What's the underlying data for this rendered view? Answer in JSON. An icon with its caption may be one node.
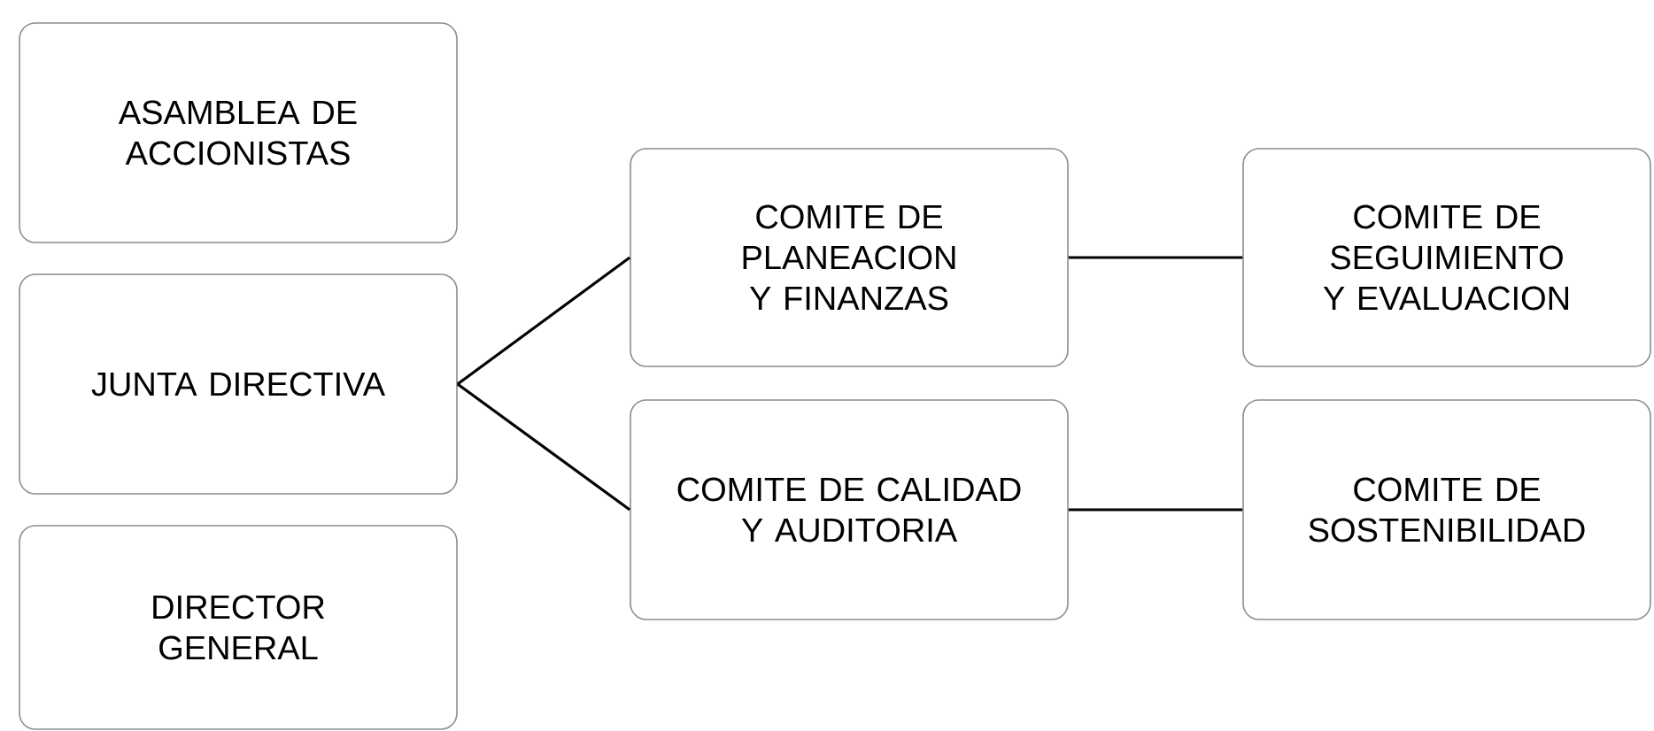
{
  "diagram": {
    "nodes": [
      {
        "text": [
          "ASAMBLEA DE ACCIONISTAS"
        ]
      },
      {
        "text": [
          "JUNTA DIRECTIVA"
        ]
      },
      {
        "text": [
          "DIRECTOR GENERAL"
        ]
      },
      {
        "text": [
          "COMITE DE PLANEACION Y FINANZAS"
        ]
      },
      {
        "text": [
          "COMITE DE CALIDAD Y AUDITORIA"
        ]
      },
      {
        "text": [
          "COMITE DE SEGUIMIENTO Y EVALUACION"
        ]
      },
      {
        "text": [
          "COMITE DE SOSTENIBILIDAD"
        ]
      }
    ],
    "edges": [
      {
        "from": 1,
        "to": 3,
        "arrow": "none"
      },
      {
        "from": 1,
        "to": 4,
        "arrow": "none"
      },
      {
        "from": 3,
        "to": 5,
        "arrow": "none"
      },
      {
        "from": 4,
        "to": 6,
        "arrow": "none"
      }
    ]
  }
}
